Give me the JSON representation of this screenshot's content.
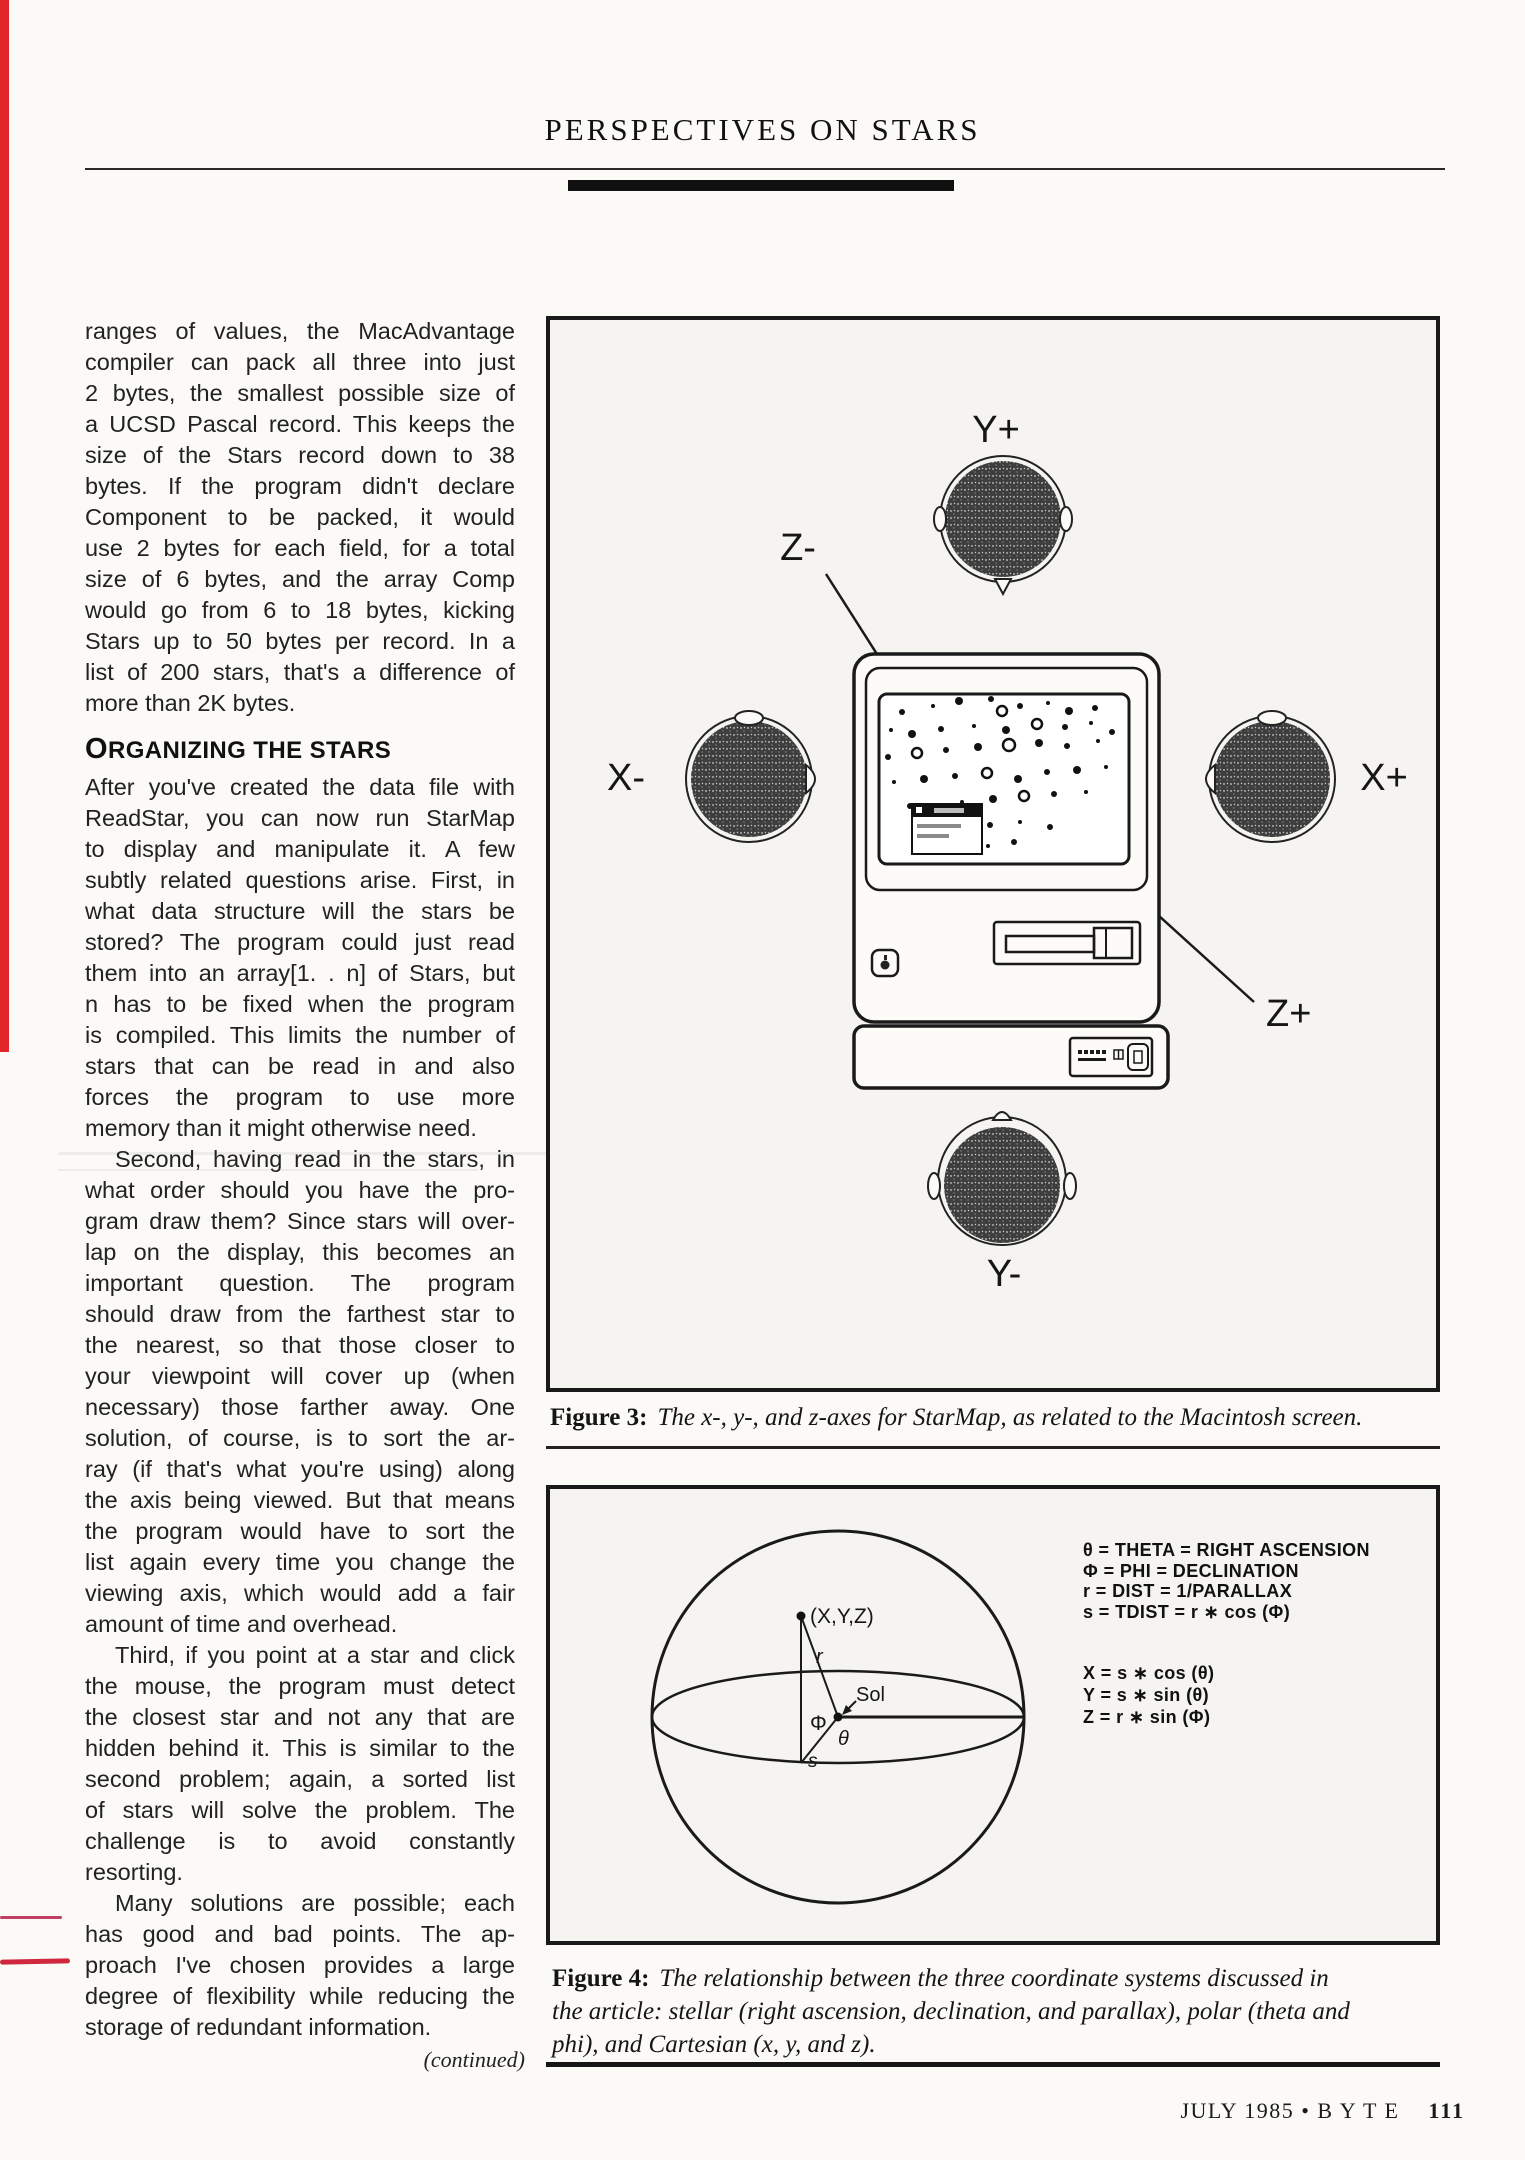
{
  "page": {
    "header": {
      "title": "PERSPECTIVES ON STARS"
    },
    "footer": {
      "issue": "JULY 1985",
      "separator": "•",
      "brand": "B Y T E",
      "page_number": "111"
    },
    "colors": {
      "paper": "#fbfaf7",
      "ink": "#1a1a1a",
      "scan_edge_bar": "#e2262b",
      "pen_mark": "#d0293f"
    }
  },
  "article": {
    "blocks": [
      {
        "indent": false,
        "lines": [
          "ranges of values, the MacAdvantage",
          "compiler can pack all three into just",
          "2 bytes, the smallest possible size of",
          "a UCSD Pascal record. This keeps the",
          "size of the Stars record down to 38",
          "bytes. If the program didn't declare",
          "Component to be packed, it would",
          "use 2 bytes for each field, for a total",
          "size of 6 bytes, and the array Comp",
          "would go from 6 to 18 bytes, kicking",
          "Stars up to 50 bytes per record. In a",
          "list of 200 stars, that's a difference of",
          "more than 2K bytes."
        ]
      },
      {
        "heading": "ORGANIZING THE STARS"
      },
      {
        "indent": false,
        "lines": [
          "After you've created the data file with",
          "ReadStar, you can now run StarMap",
          "to display and manipulate it. A few",
          "subtly related questions arise. First, in",
          "what data structure will the stars be",
          "stored? The program could just read",
          "them into an array[1. . n] of Stars, but",
          "n has to be fixed when the program",
          "is compiled. This limits the number of",
          "stars that can be read in and also",
          "forces the program to use more",
          "memory than it might otherwise need."
        ]
      },
      {
        "indent": true,
        "lines": [
          "Second, having read in the stars, in",
          "what order should you have the pro-",
          "gram draw them? Since stars will over-",
          "lap on the display, this becomes an",
          "important question. The program",
          "should draw from the farthest star to",
          "the nearest, so that those closer to",
          "your viewpoint will cover up (when",
          "necessary) those farther away. One",
          "solution, of course, is to sort the ar-",
          "ray (if that's what you're using) along",
          "the axis being viewed. But that means",
          "the program would have to sort the",
          "list again every time you change the",
          "viewing axis, which would add a fair",
          "amount of time and overhead."
        ]
      },
      {
        "indent": true,
        "lines": [
          "Third, if you point at a star and click",
          "the mouse, the program must detect",
          "the closest star and not any that are",
          "hidden behind it. This is similar to the",
          "second problem; again, a sorted list",
          "of stars will solve the problem. The",
          "challenge is to avoid constantly",
          "resorting."
        ]
      },
      {
        "indent": true,
        "lines": [
          "Many solutions are possible; each",
          "has good and bad points. The ap-",
          "proach I've chosen provides a large",
          "degree of flexibility while reducing the",
          "storage of redundant information."
        ]
      }
    ],
    "continued_label": "(continued)"
  },
  "figure3": {
    "caption_prefix": "Figure 3:",
    "caption_text": "The x-, y-, and z-axes for StarMap, as related to the Macintosh screen.",
    "labels": {
      "y_plus": "Y+",
      "y_minus": "Y-",
      "x_plus": "X+",
      "x_minus": "X-",
      "z_plus": "Z+",
      "z_minus": "Z-"
    },
    "stars": [
      [
        352,
        392,
        3
      ],
      [
        383,
        386,
        2
      ],
      [
        409,
        381,
        4
      ],
      [
        441,
        379,
        3
      ],
      [
        452,
        391,
        5
      ],
      [
        470,
        386,
        3
      ],
      [
        498,
        383,
        2
      ],
      [
        519,
        391,
        4
      ],
      [
        545,
        388,
        3
      ],
      [
        341,
        410,
        2
      ],
      [
        362,
        414,
        4
      ],
      [
        391,
        409,
        3
      ],
      [
        424,
        406,
        2
      ],
      [
        456,
        410,
        4
      ],
      [
        487,
        404,
        5
      ],
      [
        515,
        407,
        3
      ],
      [
        541,
        403,
        2
      ],
      [
        562,
        412,
        3
      ],
      [
        338,
        437,
        3
      ],
      [
        367,
        433,
        5
      ],
      [
        396,
        430,
        3
      ],
      [
        428,
        427,
        4
      ],
      [
        459,
        425,
        6
      ],
      [
        489,
        423,
        4
      ],
      [
        517,
        426,
        3
      ],
      [
        548,
        421,
        2
      ],
      [
        344,
        462,
        2
      ],
      [
        374,
        459,
        4
      ],
      [
        405,
        456,
        3
      ],
      [
        437,
        453,
        5
      ],
      [
        468,
        459,
        4
      ],
      [
        497,
        452,
        3
      ],
      [
        527,
        450,
        4
      ],
      [
        556,
        447,
        2
      ],
      [
        360,
        486,
        3
      ],
      [
        412,
        482,
        2
      ],
      [
        443,
        479,
        4
      ],
      [
        474,
        476,
        5
      ],
      [
        504,
        474,
        3
      ],
      [
        536,
        472,
        2
      ],
      [
        440,
        505,
        3
      ],
      [
        470,
        502,
        2
      ],
      [
        500,
        507,
        3
      ],
      [
        438,
        526,
        2
      ],
      [
        464,
        522,
        3
      ]
    ]
  },
  "figure4": {
    "caption_prefix": "Figure 4:",
    "caption_lines": [
      "The relationship between the three coordinate systems discussed in",
      "the article: stellar (right ascension, declination, and parallax), polar (theta and",
      "phi), and Cartesian (x, y, and z)."
    ],
    "definitions": [
      "θ = THETA = RIGHT ASCENSION",
      "Φ = PHI = DECLINATION",
      "r = DIST = 1/PARALLAX",
      "s = TDIST = r ∗ cos (Φ)"
    ],
    "equations": [
      "X = s ∗ cos (θ)",
      "Y = s ∗ sin (θ)",
      "Z = r ∗ sin (Φ)"
    ],
    "diagram_labels": {
      "point": "(X,Y,Z)",
      "r": "r",
      "sol": "Sol",
      "phi": "Φ",
      "theta": "θ",
      "s": "s"
    }
  }
}
